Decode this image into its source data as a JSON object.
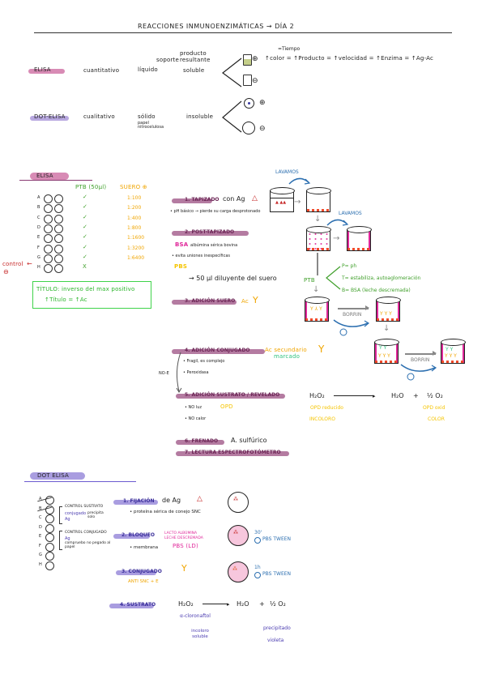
{
  "header": {
    "title": "REACCIONES INMUNOENZIMÁTICAS → DÍA 2"
  },
  "comparison": {
    "col_headers": {
      "soporte": "soporte",
      "producto": "producto resultante"
    },
    "rows": [
      {
        "name": "ELISA",
        "tipo": "cuantitativo",
        "soporte": "líquido",
        "producto": "soluble"
      },
      {
        "name": "DOT-ELISA",
        "tipo": "cualitativo",
        "soporte": "sólido",
        "soporte_note": "papel nitrocelulosa",
        "producto": "insoluble"
      }
    ],
    "plus": "⊕",
    "minus": "⊖",
    "tiempo": "=Tiempo",
    "formula": "↑color = ↑Producto = ↑velocidad = ↑Enzima = ↑Ag-Ac"
  },
  "elisa": {
    "title": "ELISA",
    "col_ptb": "PTB (50µl)",
    "col_suero": "SUERO ⊕",
    "rows": [
      {
        "letter": "A",
        "ptb": "✓",
        "suero": "1:100"
      },
      {
        "letter": "B",
        "ptb": "✓",
        "suero": "1:200"
      },
      {
        "letter": "C",
        "ptb": "✓",
        "suero": "1:400"
      },
      {
        "letter": "D",
        "ptb": "✓",
        "suero": "1:800"
      },
      {
        "letter": "E",
        "ptb": "✓",
        "suero": "1:1600"
      },
      {
        "letter": "F",
        "ptb": "✓",
        "suero": "1:3200"
      },
      {
        "letter": "G",
        "ptb": "✓",
        "suero": "1:6400"
      },
      {
        "letter": "H",
        "ptb": "X",
        "suero": ""
      }
    ],
    "control_label": "control",
    "control_sign": "⊖",
    "titulo_line1": "TÍTULO: inverso del max positivo",
    "titulo_line2": "↑Título = ↑Ac",
    "steps": {
      "s1": {
        "title": "1. TAPIZADO",
        "suffix": "con Ag",
        "note": "• pH básico → pierde su carga desprotonado"
      },
      "s2": {
        "title": "2. POST-TAPIZADO",
        "bsa": "BSA",
        "bsa_desc": "albúmina sérica bovina",
        "note": "• evita uniones inespecíficas",
        "pbs": "PBS",
        "diluyente": "→ 50 µl diluyente del suero"
      },
      "s3": {
        "title": "3. ADICIÓN SUERO",
        "suffix": "Ac"
      },
      "s4": {
        "title": "4. ADICIÓN CONJUGADO",
        "suffix1": "Ac secundario",
        "suffix2": "marcado",
        "notes": [
          "• Fragil, es complejo",
          "• Peroxidasa"
        ],
        "side": "NO-E"
      },
      "s5": {
        "title": "5. ADICIÓN SUSTRATO / REVELADO",
        "notes": [
          "• NO luz",
          "• NO calor"
        ],
        "opd": "OPD"
      },
      "s6": {
        "title": "6. FRENADO",
        "suffix": "A. sulfúrico"
      },
      "s7": {
        "title": "7. LECTURA ESPECTROFOTÓMETRO"
      }
    },
    "lavamos": "LAVAMOS",
    "ptb_legend": {
      "label": "PTB",
      "p": "P= ph",
      "t": "T= estabiliza, autoaglomeración",
      "b": "B= BSA (leche descremada)"
    },
    "borrin": "BORRIN",
    "reaction": {
      "reactant": "H₂O₂",
      "product1": "H₂O",
      "product2": "½ O₂",
      "opd_red": "OPD reducido",
      "incoloro": "INCOLORO",
      "opd_ox": "OPD oxid",
      "color": "COLOR"
    }
  },
  "dot_elisa": {
    "title": "DOT ELISA",
    "rows": [
      "A",
      "B",
      "C",
      "D",
      "E",
      "F",
      "G",
      "H"
    ],
    "ctrl1": {
      "title": "CONTROL SUSTRATO",
      "sub": "conjugado",
      "sub2": "Ag",
      "note": "precipita solo"
    },
    "ctrl2": {
      "title": "CONTROL CONJUGADO",
      "sub": "Ag",
      "note": "compruebo no pegado al papel"
    },
    "steps": {
      "s1": {
        "title": "1. FIJACIÓN",
        "suffix": "de Ag",
        "note": "• proteína sérica de conejo SNC"
      },
      "s2": {
        "title": "2. BLOQUEO",
        "note": "• membrana",
        "desc1": "LACTO ALBÚMINA",
        "desc2": "LECHE DESCREMADA",
        "pbs": "PBS (LD)",
        "time": "30'",
        "wash": "PBS TWEEN"
      },
      "s3": {
        "title": "3. CONJUGADO",
        "sub": "ANTI SNC + E",
        "time": "1h",
        "wash": "PBS TWEEN"
      },
      "s4": {
        "title": "4. SUSTRATO",
        "reactant": "H₂O₂",
        "product1": "H₂O",
        "product2": "½ O₂",
        "chromo": "α-cloronaftol",
        "chromo2": "incoloro soluble",
        "result1": "precipitado",
        "result2": "violeta"
      }
    }
  }
}
